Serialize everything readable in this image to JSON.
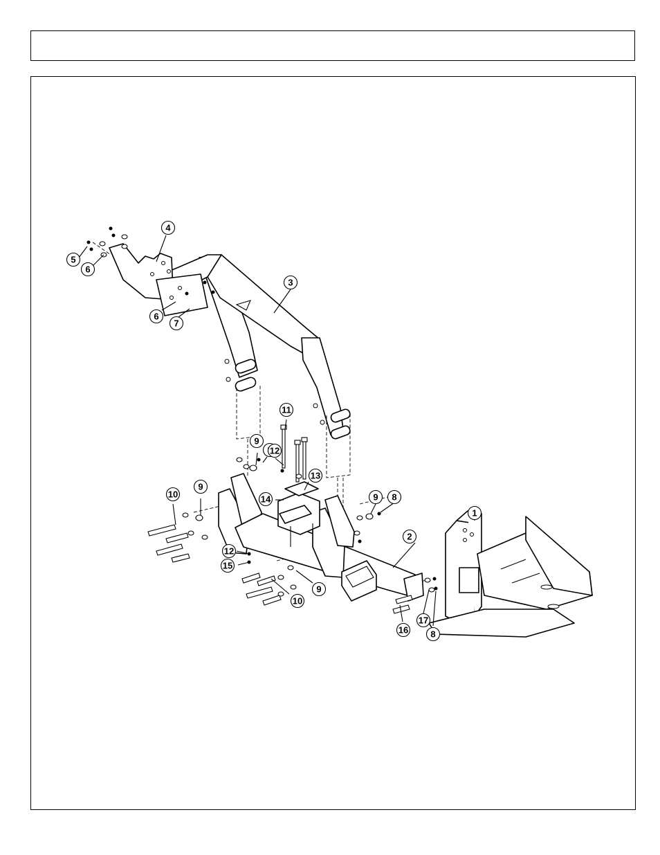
{
  "header": {
    "title": ""
  },
  "callouts": [
    {
      "label": "1"
    },
    {
      "label": "2"
    },
    {
      "label": "3"
    },
    {
      "label": "4"
    },
    {
      "label": "5"
    },
    {
      "label": "6"
    },
    {
      "label": "6"
    },
    {
      "label": "7"
    },
    {
      "label": "8"
    },
    {
      "label": "8"
    },
    {
      "label": "8"
    },
    {
      "label": "9"
    },
    {
      "label": "9"
    },
    {
      "label": "9"
    },
    {
      "label": "9"
    },
    {
      "label": "10"
    },
    {
      "label": "10"
    },
    {
      "label": "11"
    },
    {
      "label": "12"
    },
    {
      "label": "12"
    },
    {
      "label": "13"
    },
    {
      "label": "14"
    },
    {
      "label": "15"
    },
    {
      "label": "16"
    },
    {
      "label": "17"
    }
  ]
}
